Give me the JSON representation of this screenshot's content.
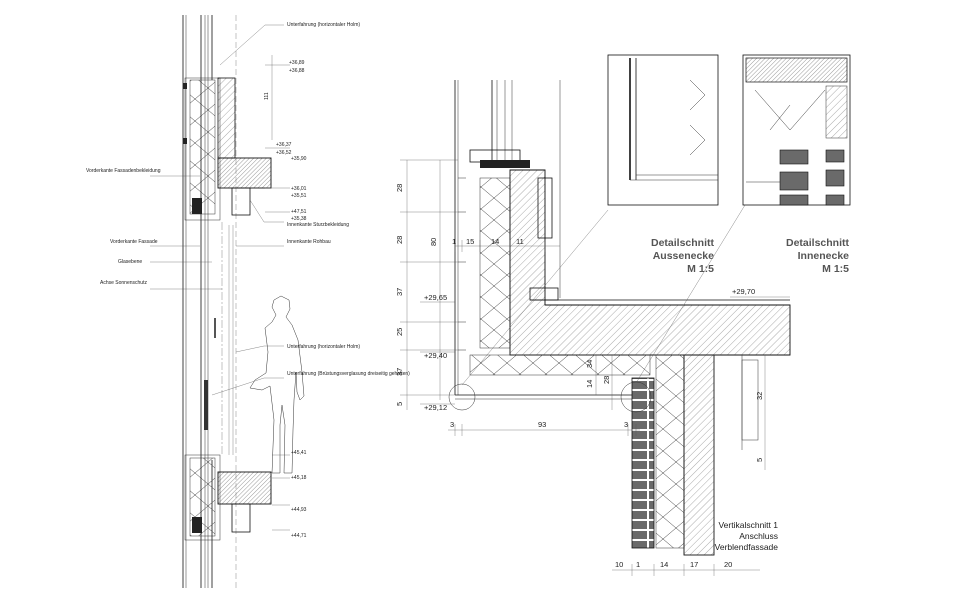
{
  "left_annotations": [
    {
      "text": "Unterfahrung (horizontaler Holm)"
    },
    {
      "text": "+36,89"
    },
    {
      "text": "+36,88"
    },
    {
      "text": "111"
    },
    {
      "text": "Vorderkante Fassadenbekleidung"
    },
    {
      "text": "+36,37"
    },
    {
      "text": "+36,52"
    },
    {
      "text": "+35,90"
    },
    {
      "text": "+36,01"
    },
    {
      "text": "+35,51"
    },
    {
      "text": "+47,51"
    },
    {
      "text": "+35,38"
    },
    {
      "text": "Innenkante Sturzbekleidung"
    },
    {
      "text": "Vorderkante Fassade"
    },
    {
      "text": "Innenkante Rohbau"
    },
    {
      "text": "Glasebene"
    },
    {
      "text": "Achse Sonnenschutz"
    },
    {
      "text": "Unterfahrung (horizontaler Holm)"
    },
    {
      "text": "Unterfahrung (Brüstungsverglasung dreiseitig gehalten)"
    },
    {
      "text": "+45,41"
    },
    {
      "text": "+45,18"
    },
    {
      "text": "+44,93"
    },
    {
      "text": "+44,71"
    }
  ],
  "vertical_dims": [
    "28",
    "28",
    "80",
    "37",
    "25",
    "37",
    "5"
  ],
  "horizontal_layers": [
    "1",
    "15",
    "14",
    "11"
  ],
  "levels": {
    "a": "+29,65",
    "b": "+29,40",
    "c": "+29,12",
    "d": "+29,70"
  },
  "bottom_dims": {
    "left": "3",
    "middle": "93",
    "right": "3",
    "series": [
      "10",
      "1",
      "14",
      "17",
      "20"
    ]
  },
  "inner_dims": [
    "34",
    "14",
    "28",
    "32",
    "5"
  ],
  "detail_outer": {
    "line1": "Detailschnitt",
    "line2": "Aussenecke",
    "scale": "M 1:5"
  },
  "detail_inner": {
    "line1": "Detailschnitt",
    "line2": "Innenecke",
    "scale": "M 1:5"
  },
  "caption": {
    "line1": "Vertikalschnitt 1",
    "line2": "Anschluss",
    "line3": "Verblendfassade"
  }
}
